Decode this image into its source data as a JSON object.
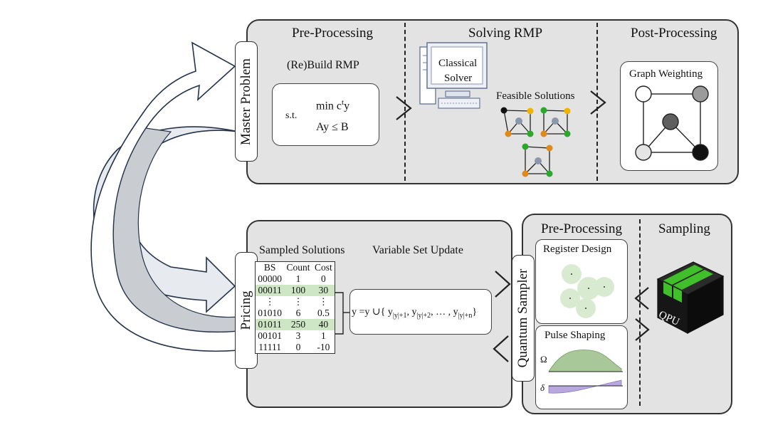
{
  "master": {
    "label": "Master Problem",
    "pre_header": "Pre-Processing",
    "solve_header": "Solving RMP",
    "post_header": "Post-Processing",
    "rebuild": "(Re)Build RMP",
    "st": "s.t.",
    "objective": "min c",
    "objective_sup": "t",
    "objective_var": "y",
    "constraint": "Ay  ≤ B",
    "solver": [
      "Classical",
      "Solver"
    ],
    "feasible": "Feasible Solutions",
    "graph_weighting": "Graph Weighting"
  },
  "pricing": {
    "label": "Pricing",
    "sampled_header": "Sampled Solutions",
    "update_header": "Variable Set Update",
    "table": {
      "columns": [
        "BS",
        "Count",
        "Cost"
      ],
      "rows": [
        [
          "00000",
          "1",
          "0"
        ],
        [
          "00011",
          "100",
          "30"
        ],
        [
          "⋮",
          "⋮",
          "⋮"
        ],
        [
          "01010",
          "6",
          "0.5"
        ],
        [
          "01011",
          "250",
          "40"
        ],
        [
          "00101",
          "3",
          "1"
        ],
        [
          "11111",
          "0",
          "-10"
        ]
      ],
      "highlighted_rows": [
        1,
        4
      ]
    },
    "update_formula": "y =y ∪{ y",
    "update_subs": [
      "|y|+1",
      "|y|+2",
      "|y|+n"
    ]
  },
  "quantum": {
    "label": "Quantum Sampler",
    "pre_header": "Pre-Processing",
    "sampling_header": "Sampling",
    "register": "Register Design",
    "pulse": "Pulse Shaping",
    "omega": "Ω",
    "delta": "δ",
    "qpu": "QPU"
  },
  "colors": {
    "panel": "#e3e3e3",
    "highlight": "#cfe6c5",
    "omega_fill": "#a9c89a",
    "delta_fill": "#b9a8e0",
    "qpu_green": "#3fbf2a",
    "node_green": "#2aa82a",
    "node_orange": "#e08a1e",
    "node_yellow": "#f0b400",
    "node_gray": "#8a97ad"
  }
}
